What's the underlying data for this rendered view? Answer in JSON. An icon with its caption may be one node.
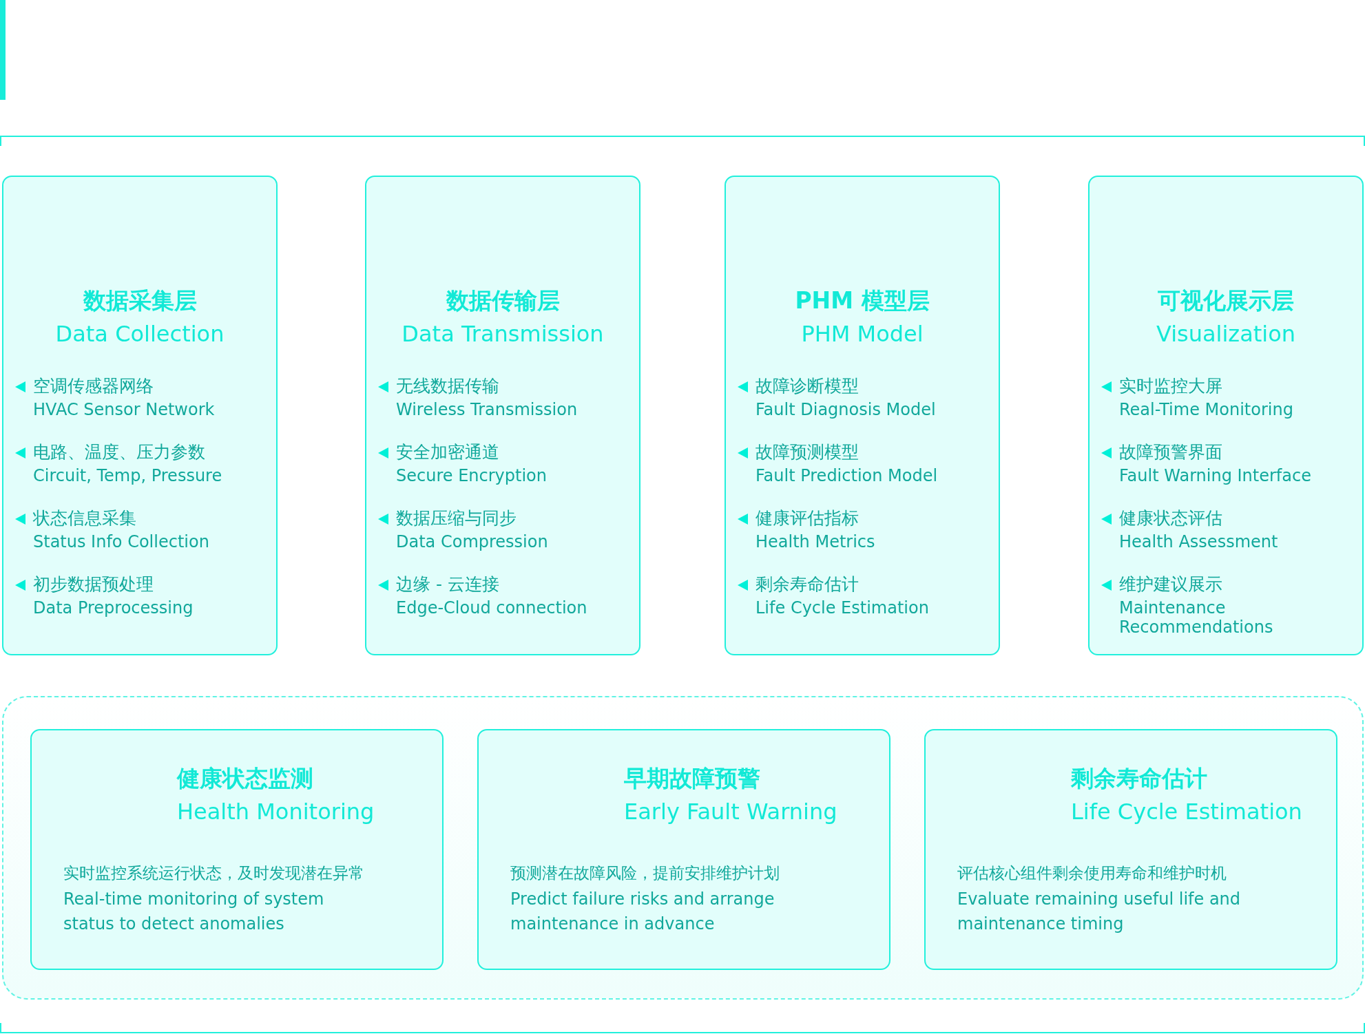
{
  "diagram": {
    "nodes": [
      {
        "text": [
          "数据采集层",
          "Data Collection",
          "空调传感器网络",
          "HVAC Sensor Network",
          "电路、温度、压力参数",
          "Circuit, Temp, Pressure",
          "状态信息采集",
          "Status Info Collection",
          "初步数据预处理",
          "Data Preprocessing"
        ]
      },
      {
        "text": [
          "数据传输层",
          "Data Transmission",
          "无线数据传输",
          "Wireless Transmission",
          "安全加密通道",
          "Secure Encryption",
          "数据压缩与同步",
          "Data Compression",
          "边缘 - 云连接",
          "Edge-Cloud connection"
        ]
      },
      {
        "text": [
          "PHM 模型层",
          "PHM Model",
          "故障诊断模型",
          "Fault Diagnosis Model",
          "故障预测模型",
          "Fault Prediction Model",
          "健康评估指标",
          "Health Metrics",
          "剩余寿命估计",
          "Life Cycle Estimation"
        ]
      },
      {
        "text": [
          "可视化展示层",
          "Visualization",
          "实时监控大屏",
          "Real-Time Monitoring",
          "故障预警界面",
          "Fault Warning Interface",
          "健康状态评估",
          "Health Assessment",
          "维护建议展示",
          "Maintenance Recommendations"
        ]
      },
      {
        "text": [],
        "shape": "box"
      },
      {
        "text": [
          "健康状态监测",
          "Health Monitoring",
          "实时监控系统运行状态，及时发现潜在异常",
          "Real-time monitoring of system status to detect anomalies"
        ],
        "in": 4
      },
      {
        "text": [
          "早期故障预警",
          "Early Fault Warning",
          "预测潜在故障风险，提前安排维护计划",
          "Predict failure risks and arrange maintenance in advance"
        ],
        "in": 4
      },
      {
        "text": [
          "剩余寿命估计",
          "Life Cycle Estimation",
          "评估核心组件剩余使用寿命和维护时机",
          "Evaluate remaining useful life and maintenance timing"
        ],
        "in": 4
      }
    ],
    "edges": []
  }
}
